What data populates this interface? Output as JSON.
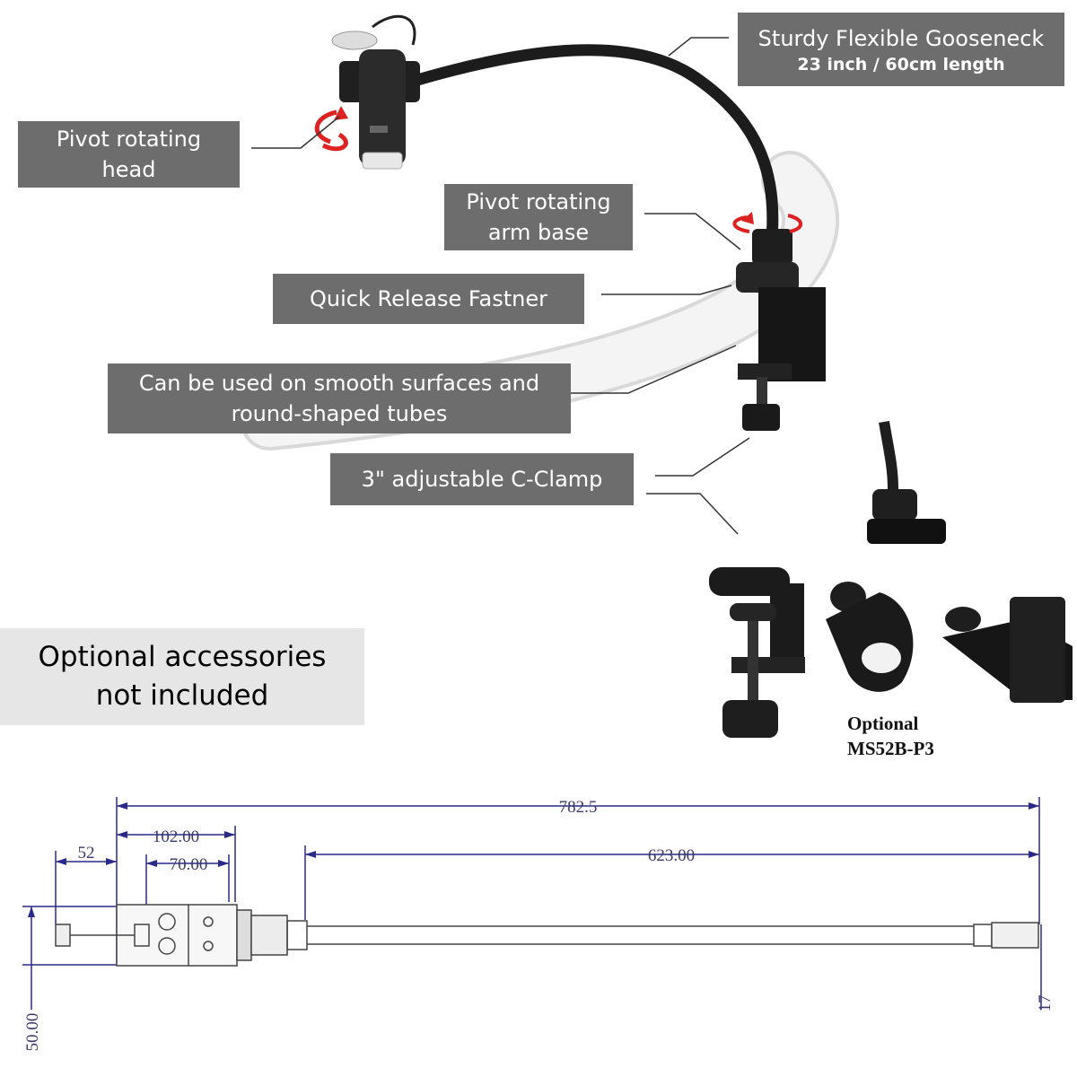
{
  "callouts": {
    "gooseneck_title": "Sturdy Flexible Gooseneck",
    "gooseneck_length": "23 inch / 60cm length",
    "pivot_head_l1": "Pivot rotating",
    "pivot_head_l2": "head",
    "pivot_base_l1": "Pivot rotating",
    "pivot_base_l2": "arm base",
    "quick_release": "Quick Release Fastner",
    "surfaces_l1": "Can be used on smooth surfaces and",
    "surfaces_l2": "round-shaped tubes",
    "c_clamp": "3\" adjustable C-Clamp"
  },
  "accessories_note": {
    "line1": "Optional accessories",
    "line2": "not included"
  },
  "optional_label": {
    "line1": "Optional",
    "line2": "MS52B-P3"
  },
  "dimensions": {
    "overall": "782.5",
    "clamp_width": "102.00",
    "offset": "52",
    "block_width": "70.00",
    "gooseneck": "623.00",
    "height": "50.00",
    "tip": "17"
  },
  "colors": {
    "callout_bg": "#6d6d6d",
    "note_bg": "#e6e6e6",
    "dimension_line": "#2a2a8a"
  }
}
